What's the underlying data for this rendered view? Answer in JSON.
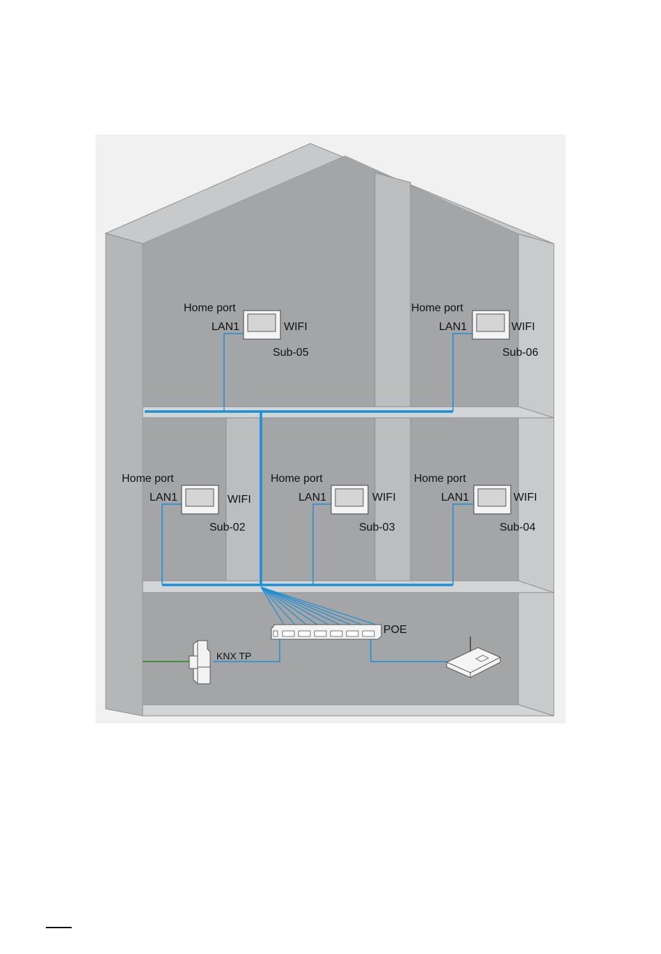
{
  "colors": {
    "wall_dark": "#a3a3a5",
    "wall_mid": "#b4b5b7",
    "wall_light": "#cacbcd",
    "floor_slab": "#d6d7d9",
    "edge": "#8d8e90",
    "background_panel": "#f0f0f0",
    "cable_blue": "#1b8fd6",
    "cable_green": "#3b8c2e",
    "text": "#111111"
  },
  "monitors": {
    "sub05": {
      "home_port": "Home port",
      "lan": "LAN1",
      "wifi": "WIFI",
      "name": "Sub-05"
    },
    "sub06": {
      "home_port": "Home port",
      "lan": "LAN1",
      "wifi": "WIFI",
      "name": "Sub-06"
    },
    "sub02": {
      "home_port": "Home port",
      "lan": "LAN1",
      "wifi": "WIFI",
      "name": "Sub-02"
    },
    "sub03": {
      "home_port": "Home port",
      "lan": "LAN1",
      "wifi": "WIFI",
      "name": "Sub-03"
    },
    "sub04": {
      "home_port": "Home port",
      "lan": "LAN1",
      "wifi": "WIFI",
      "name": "Sub-04"
    }
  },
  "devices": {
    "poe_switch_label": "POE",
    "knx_label": "KNX TP",
    "router_icon": "wifi-router-icon",
    "knx_icon": "din-rail-knx-module-icon",
    "switch_icon": "poe-switch-icon"
  }
}
